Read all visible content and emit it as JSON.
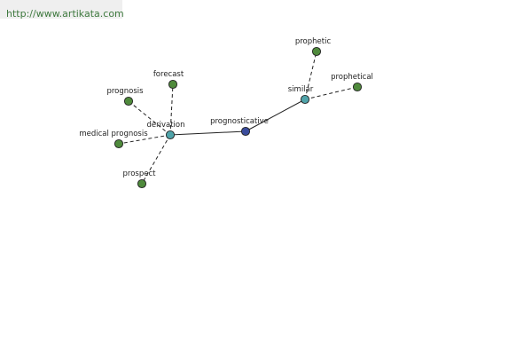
{
  "banner": {
    "url": "http://www.artikata.com"
  },
  "colors": {
    "leaf": "#4f8a3c",
    "hub": "#4fa3a9",
    "center": "#3a4c9c",
    "stroke": "#222222",
    "banner_text": "#3f7a3f"
  },
  "graph": {
    "nodes": [
      {
        "id": "prognosticative",
        "label": "prognosticative",
        "kind": "center"
      },
      {
        "id": "derivation",
        "label": "derivation",
        "kind": "hub"
      },
      {
        "id": "similar",
        "label": "similar",
        "kind": "hub"
      },
      {
        "id": "forecast",
        "label": "forecast",
        "kind": "leaf"
      },
      {
        "id": "prognosis",
        "label": "prognosis",
        "kind": "leaf"
      },
      {
        "id": "medical-prognosis",
        "label": "medical prognosis",
        "kind": "leaf"
      },
      {
        "id": "prospect",
        "label": "prospect",
        "kind": "leaf"
      },
      {
        "id": "prophetic",
        "label": "prophetic",
        "kind": "leaf"
      },
      {
        "id": "prophetical",
        "label": "prophetical",
        "kind": "leaf"
      }
    ],
    "edges": [
      {
        "from": "derivation",
        "to": "prognosticative",
        "style": "solid"
      },
      {
        "from": "similar",
        "to": "prognosticative",
        "style": "solid"
      },
      {
        "from": "derivation",
        "to": "forecast",
        "style": "dashed"
      },
      {
        "from": "derivation",
        "to": "prognosis",
        "style": "dashed"
      },
      {
        "from": "derivation",
        "to": "medical-prognosis",
        "style": "dashed"
      },
      {
        "from": "derivation",
        "to": "prospect",
        "style": "dashed"
      },
      {
        "from": "similar",
        "to": "prophetic",
        "style": "dashed"
      },
      {
        "from": "similar",
        "to": "prophetical",
        "style": "dashed"
      }
    ]
  }
}
